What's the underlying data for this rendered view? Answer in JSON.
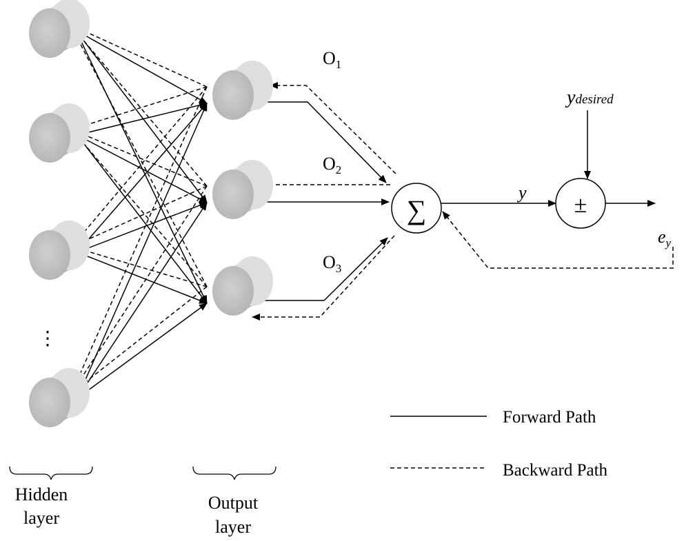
{
  "outputs": [
    {
      "main": "O",
      "sub": "1"
    },
    {
      "main": "O",
      "sub": "2"
    },
    {
      "main": "O",
      "sub": "3"
    }
  ],
  "sum_symbol": "∑",
  "pm_symbol": "±",
  "y_label": "y",
  "y_desired": {
    "main": "y",
    "sub": "desired"
  },
  "error": {
    "main": "e",
    "sub": "y"
  },
  "ellipsis": "⋮",
  "hidden_layer_label": [
    "Hidden",
    "layer"
  ],
  "output_layer_label": [
    "Output",
    "layer"
  ],
  "legend": {
    "forward": "Forward Path",
    "backward": "Backward Path"
  }
}
